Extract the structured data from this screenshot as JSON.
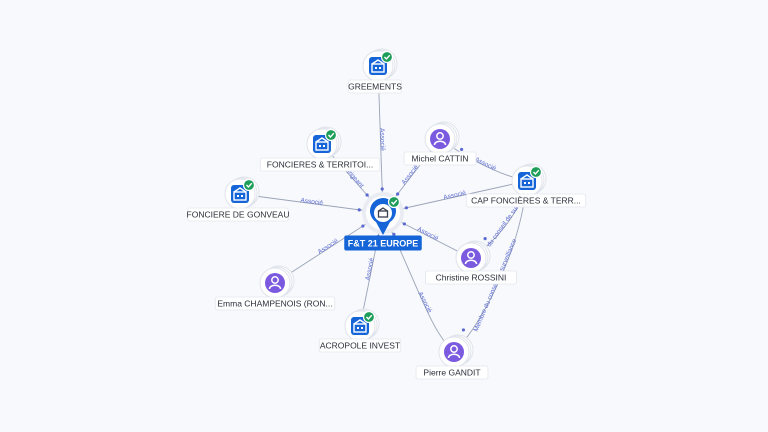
{
  "colors": {
    "company": "#1565d8",
    "person": "#7b5ae0",
    "check": "#1e9e5a",
    "edge": "#9aa3b8",
    "edge_label": "#5b6ad0",
    "center_label_bg": "#1565d8"
  },
  "center": {
    "label": "F&T 21 EUROPE",
    "icon": "building-icon",
    "verified": true
  },
  "nodes": [
    {
      "id": "greements",
      "label": "GREEMENTS",
      "type": "company",
      "icon": "building-icon",
      "verified": true
    },
    {
      "id": "foncieres-territoires",
      "label": "FONCIERES & TERRITOI...",
      "type": "company",
      "icon": "building-icon",
      "verified": true
    },
    {
      "id": "michel-cattin",
      "label": "Michel CATTIN",
      "type": "person",
      "icon": "person-icon"
    },
    {
      "id": "cap-foncieres",
      "label": "CAP FONCIÈRES & TERR...",
      "type": "company",
      "icon": "building-icon",
      "verified": true
    },
    {
      "id": "fonciere-gonveau",
      "label": "FONCIERE DE GONVEAU",
      "type": "company",
      "icon": "building-icon",
      "verified": true
    },
    {
      "id": "christine-rossini",
      "label": "Christine ROSSINI",
      "type": "person",
      "icon": "person-icon"
    },
    {
      "id": "emma-champenois",
      "label": "Emma CHAMPENOIS (RON...",
      "type": "person",
      "icon": "person-icon"
    },
    {
      "id": "acropole-invest",
      "label": "ACROPOLE INVEST",
      "type": "company",
      "icon": "building-icon",
      "verified": true
    },
    {
      "id": "pierre-gandit",
      "label": "Pierre GANDIT",
      "type": "person",
      "icon": "person-icon"
    }
  ],
  "edges": [
    {
      "from": "center",
      "to": "greements",
      "label": "Associé"
    },
    {
      "from": "center",
      "to": "foncieres-territoires",
      "label": "Dirigeant"
    },
    {
      "from": "center",
      "to": "michel-cattin",
      "label": "Associé"
    },
    {
      "from": "center",
      "to": "cap-foncieres",
      "label": "Associé"
    },
    {
      "from": "center",
      "to": "fonciere-gonveau",
      "label": "Associé"
    },
    {
      "from": "center",
      "to": "christine-rossini",
      "label": "Associé"
    },
    {
      "from": "center",
      "to": "emma-champenois",
      "label": "Associé"
    },
    {
      "from": "center",
      "to": "acropole-invest",
      "label": "Associé"
    },
    {
      "from": "center",
      "to": "pierre-gandit",
      "label": "Associé"
    },
    {
      "from": "michel-cattin",
      "to": "cap-foncieres",
      "label": "Associé"
    },
    {
      "from": "christine-rossini",
      "to": "cap-foncieres",
      "label": "Membre du conseil de surveillance"
    },
    {
      "from": "pierre-gandit",
      "to": "cap-foncieres",
      "label": "Membre du conseil de surveillance"
    }
  ]
}
